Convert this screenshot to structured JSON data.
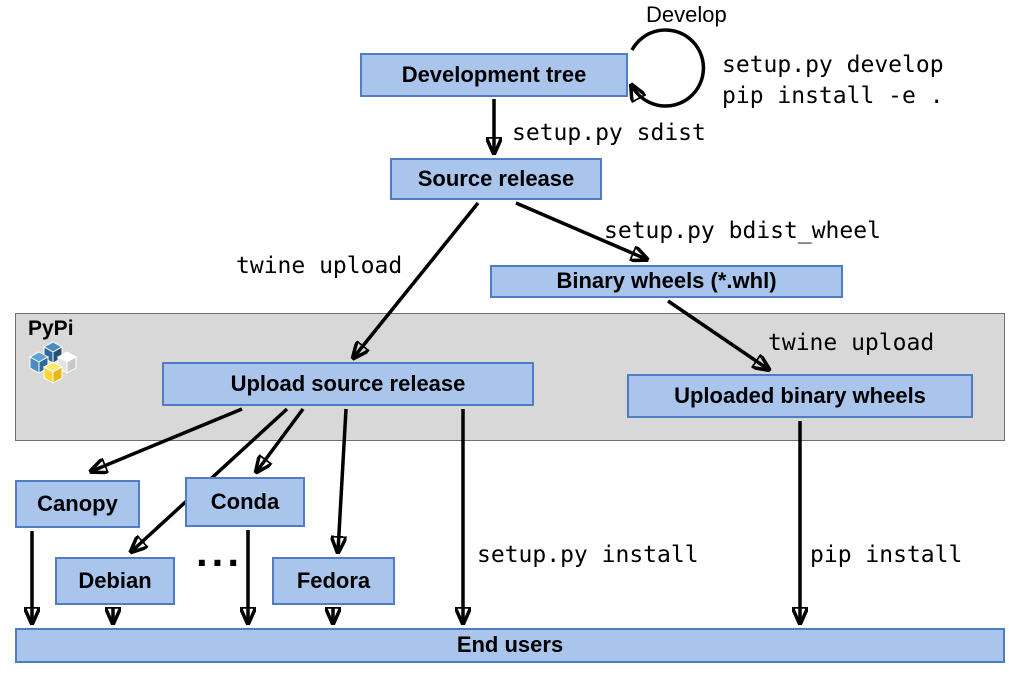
{
  "colors": {
    "node_fill": "#a9c5ec",
    "node_border": "#4f7cc2",
    "band_fill": "#d8d8d8",
    "arrow": "#000000",
    "pypi_blue_dark": "#306998",
    "pypi_blue": "#4b8bbe",
    "pypi_yellow": "#ffd43b",
    "pypi_yellow_light": "#ffe873"
  },
  "nodes": {
    "development_tree": "Development tree",
    "source_release": "Source release",
    "binary_wheels": "Binary wheels (*.whl)",
    "upload_source_release": "Upload source release",
    "uploaded_binary_wheels": "Uploaded binary wheels",
    "canopy": "Canopy",
    "conda": "Conda",
    "debian": "Debian",
    "fedora": "Fedora",
    "end_users": "End users",
    "more_distros": "..."
  },
  "band": {
    "label": "PyPi",
    "logo_icon": "pypi-logo"
  },
  "edge_labels": {
    "develop": "Develop",
    "develop_cmd_1": "setup.py develop",
    "develop_cmd_2": "pip install -e .",
    "sdist": "setup.py sdist",
    "twine_upload_source": "twine upload",
    "bdist_wheel": "setup.py bdist_wheel",
    "twine_upload_wheels": "twine upload",
    "setup_install": "setup.py install",
    "pip_install": "pip install"
  }
}
